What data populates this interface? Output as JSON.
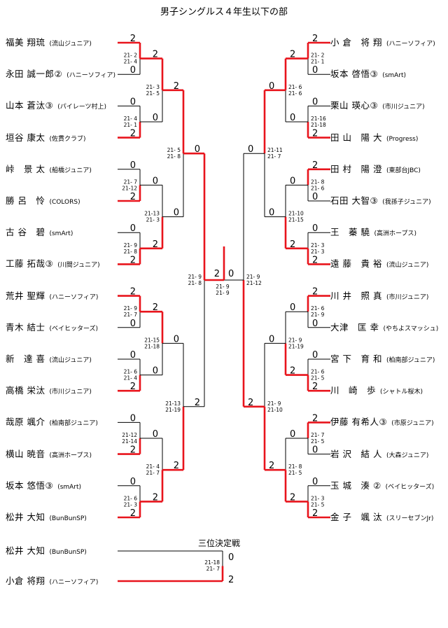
{
  "title": "男子シングルス４年生以下の部",
  "left_players": [
    {
      "name": "福美 翔琉",
      "team": "(流山ジュニア)"
    },
    {
      "name": "永田 誠一郎②",
      "team": "(ハニーソフィア)"
    },
    {
      "name": "山本 蒼汰③",
      "team": "(パイレーツ村上)"
    },
    {
      "name": "垣谷 康太",
      "team": "(佐貫クラブ)"
    },
    {
      "name": "峠　景 太",
      "team": "(船橋ジュニア)"
    },
    {
      "name": "勝 呂　怜",
      "team": "(COLORS)"
    },
    {
      "name": "古 谷　碧",
      "team": "(smArt)"
    },
    {
      "name": "工藤 拓哉③",
      "team": "(川間ジュニア)"
    },
    {
      "name": "荒井 聖輝",
      "team": "(ハニーソフィア)"
    },
    {
      "name": "青木 結士",
      "team": "(ベイヒッターズ)"
    },
    {
      "name": "新　達 喜",
      "team": "(流山ジュニア)"
    },
    {
      "name": "高橋 栄汰",
      "team": "(市川ジュニア)"
    },
    {
      "name": "哉原 颯介",
      "team": "(柏南部ジュニア)"
    },
    {
      "name": "横山 暁音",
      "team": "(高洲ホープス)"
    },
    {
      "name": "坂本 悠悟③",
      "team": "(smArt)"
    },
    {
      "name": "松井 大知",
      "team": "(BunBunSP)"
    }
  ],
  "right_players": [
    {
      "name": "小 倉　将 翔",
      "team": "(ハニーソフィア)"
    },
    {
      "name": "坂本 啓悟③",
      "team": "(smArt)"
    },
    {
      "name": "栗山 瑛心③",
      "team": "(市川ジュニア)"
    },
    {
      "name": "田 山　陽 大",
      "team": "(Progress)"
    },
    {
      "name": "田 村　陽 澄",
      "team": "(東部台JBC)"
    },
    {
      "name": "石田 大智③",
      "team": "(我孫子ジュニア)"
    },
    {
      "name": "王　蓁 驍",
      "team": "(高洲ホープス)"
    },
    {
      "name": "遠 藤　貴 裕",
      "team": "(流山ジュニア)"
    },
    {
      "name": "川 井　照 真",
      "team": "(市川ジュニア)"
    },
    {
      "name": "大津　匡 幸",
      "team": "(やちよスマッシュ)"
    },
    {
      "name": "宮 下　育 和",
      "team": "(柏南部ジュニア)"
    },
    {
      "name": "川　崎　歩",
      "team": "(シャトル桜木)"
    },
    {
      "name": "伊藤 有希人③",
      "team": "(市原ジュニア)"
    },
    {
      "name": "岩 沢　結 人",
      "team": "(大森ジュニア)"
    },
    {
      "name": "玉 城　湊 ②",
      "team": "(ベイヒッターズ)"
    },
    {
      "name": "金 子　颯 汰",
      "team": "(スリーセブンJr)"
    }
  ],
  "left_r1": [
    {
      "a": "2",
      "b": "0",
      "games": [
        "21- 2",
        "21- 4"
      ],
      "winner": 0
    },
    {
      "a": "0",
      "b": "2",
      "games": [
        "21- 4",
        "21- 1"
      ],
      "winner": 1
    },
    {
      "a": "0",
      "b": "2",
      "games": [
        "21- 7",
        "21-12"
      ],
      "winner": 1
    },
    {
      "a": "0",
      "b": "2",
      "games": [
        "21- 9",
        "21- 8"
      ],
      "winner": 1
    },
    {
      "a": "2",
      "b": "0",
      "games": [
        "21- 9",
        "21- 7"
      ],
      "winner": 0
    },
    {
      "a": "0",
      "b": "2",
      "games": [
        "21- 6",
        "21- 4"
      ],
      "winner": 1
    },
    {
      "a": "0",
      "b": "2",
      "games": [
        "21-12",
        "21-14"
      ],
      "winner": 1
    },
    {
      "a": "0",
      "b": "2",
      "games": [
        "21- 6",
        "21- 3"
      ],
      "winner": 1
    }
  ],
  "left_r2": [
    {
      "a": "2",
      "b": "0",
      "games": [
        "21- 3",
        "21- 5"
      ],
      "winner": 0
    },
    {
      "a": "0",
      "b": "2",
      "games": [
        "21-13",
        "21- 3"
      ],
      "winner": 1
    },
    {
      "a": "2",
      "b": "0",
      "games": [
        "21-15",
        "21-18"
      ],
      "winner": 0
    },
    {
      "a": "0",
      "b": "2",
      "games": [
        "21- 4",
        "21- 7"
      ],
      "winner": 1
    }
  ],
  "left_r3": [
    {
      "a": "2",
      "b": "0",
      "games": [
        "21- 5",
        "21- 8"
      ],
      "winner": 0
    },
    {
      "a": "0",
      "b": "2",
      "games": [
        "21-13",
        "21-19"
      ],
      "winner": 1
    }
  ],
  "left_r4": {
    "a": "0",
    "b": "2",
    "games": [
      "21- 9",
      "21- 8"
    ],
    "winner": 0
  },
  "right_r1": [
    {
      "a": "2",
      "b": "0",
      "games": [
        "21- 2",
        "21- 1"
      ],
      "winner": 0
    },
    {
      "a": "0",
      "b": "2",
      "games": [
        "21-16",
        "21-18"
      ],
      "winner": 1
    },
    {
      "a": "2",
      "b": "0",
      "games": [
        "21- 8",
        "21- 6"
      ],
      "winner": 0
    },
    {
      "a": "0",
      "b": "2",
      "games": [
        "21- 3",
        "21- 3"
      ],
      "winner": 1
    },
    {
      "a": "2",
      "b": "0",
      "games": [
        "21- 6",
        "21- 9"
      ],
      "winner": 0
    },
    {
      "a": "0",
      "b": "2",
      "games": [
        "21- 6",
        "21- 5"
      ],
      "winner": 1
    },
    {
      "a": "2",
      "b": "0",
      "games": [
        "21- 7",
        "21- 5"
      ],
      "winner": 0
    },
    {
      "a": "0",
      "b": "2",
      "games": [
        "21- 3",
        "21- 5"
      ],
      "winner": 1
    }
  ],
  "right_r2": [
    {
      "a": "2",
      "b": "0",
      "games": [
        "21- 6",
        "21- 6"
      ],
      "winner": 0
    },
    {
      "a": "0",
      "b": "2",
      "games": [
        "21-10",
        "21-15"
      ],
      "winner": 1
    },
    {
      "a": "0",
      "b": "2",
      "games": [
        "21- 9",
        "21-19"
      ],
      "winner": 1
    },
    {
      "a": "0",
      "b": "2",
      "games": [
        "21- 8",
        "21- 5"
      ],
      "winner": 1
    }
  ],
  "right_r3": [
    {
      "a": "0",
      "b": "0",
      "games": [
        "21-11",
        "21- 7"
      ],
      "winner": 0
    },
    {
      "a": "0",
      "b": "2",
      "games": [
        "21- 9",
        "21-10"
      ],
      "winner": 1
    }
  ],
  "right_r4": {
    "a": "0",
    "b": "2",
    "games": [
      "21- 9",
      "21-12"
    ],
    "winner": 1
  },
  "final": {
    "left_score": "2",
    "right_score": "0",
    "games": [
      "21- 9",
      "21- 9"
    ]
  },
  "third_place": {
    "title": "三位決定戦",
    "players": [
      {
        "name": "松井 大知",
        "team": "(BunBunSP)"
      },
      {
        "name": "小倉 将翔",
        "team": "(ハニーソフィア)"
      }
    ],
    "scores": [
      "0",
      "2"
    ],
    "games": [
      "21-18",
      "21- 7"
    ],
    "winner": 1
  },
  "colors": {
    "win": "#e8141c",
    "line": "#000000"
  }
}
